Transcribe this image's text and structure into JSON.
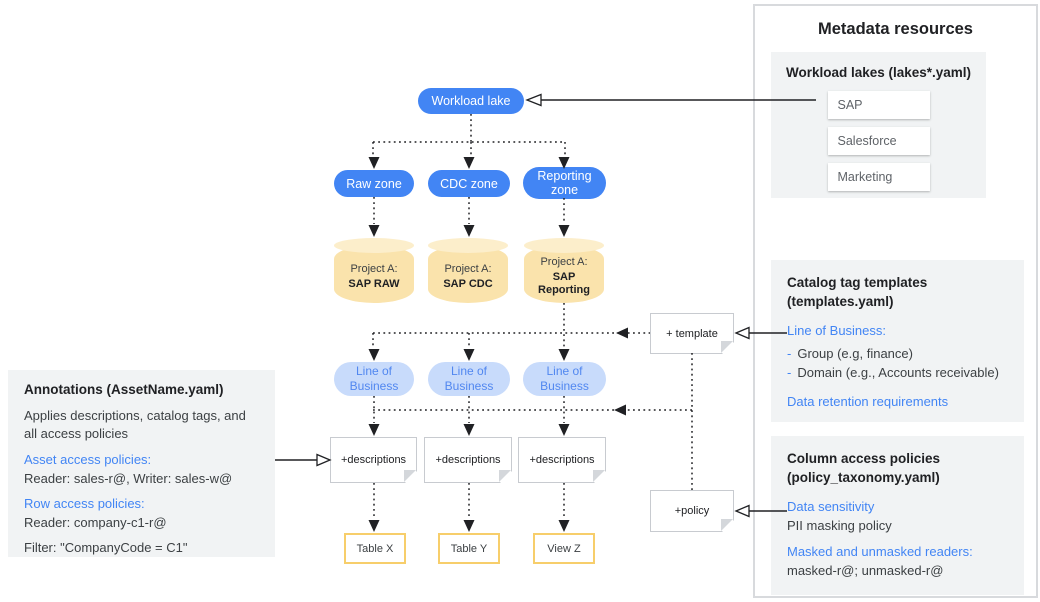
{
  "diagram": {
    "workload_lake_label": "Workload lake",
    "zones": [
      "Raw zone",
      "CDC zone",
      "Reporting zone"
    ],
    "projects": [
      {
        "prefix": "Project A:",
        "name": "SAP RAW"
      },
      {
        "prefix": "Project A:",
        "name": "SAP CDC"
      },
      {
        "prefix": "Project A:",
        "name": "SAP Reporting"
      }
    ],
    "lob_label": "Line of Business",
    "descriptions_label": "+descriptions",
    "template_label": "+ template",
    "policy_label": "+policy",
    "outputs": [
      "Table X",
      "Table Y",
      "View Z"
    ]
  },
  "annotations_panel": {
    "title": "Annotations (AssetName.yaml)",
    "body": "Applies descriptions, catalog tags, and all access policies",
    "asset_heading": "Asset access policies:",
    "asset_body": "Reader: sales-r@, Writer: sales-w@",
    "row_heading": "Row access policies:",
    "row_body": "Reader: company-c1-r@",
    "filter": "Filter: \"CompanyCode = C1\""
  },
  "metadata_panel": {
    "title": "Metadata resources",
    "workload_lakes": {
      "title": "Workload lakes (lakes*.yaml)",
      "items": [
        "SAP",
        "Salesforce",
        "Marketing"
      ]
    },
    "catalog_tag_templates": {
      "title": "Catalog tag templates (templates.yaml)",
      "lob_heading": "Line of Business:",
      "bullet_dash": "-",
      "bullets": [
        "Group (e.g, finance)",
        "Domain (e.g., Accounts receivable)"
      ],
      "retention": "Data retention requirements"
    },
    "column_access_policies": {
      "title": "Column access policies (policy_taxonomy.yaml)",
      "sensitivity_heading": "Data sensitivity",
      "sensitivity_body": "PII masking policy",
      "readers_heading": "Masked and unmasked readers:",
      "readers_body": "masked-r@; unmasked-r@"
    }
  },
  "colors": {
    "primary_blue": "#4285F4",
    "light_blue_fill": "#C8DBFB",
    "light_blue_text": "#5187F0",
    "cylinder_fill": "#FAE3AC",
    "cylinder_top": "#FCEECB",
    "yellow_border": "#F7CE6B",
    "panel_gray": "#F1F3F4",
    "link_blue": "#4285F4",
    "text_dark": "#3C4043"
  }
}
